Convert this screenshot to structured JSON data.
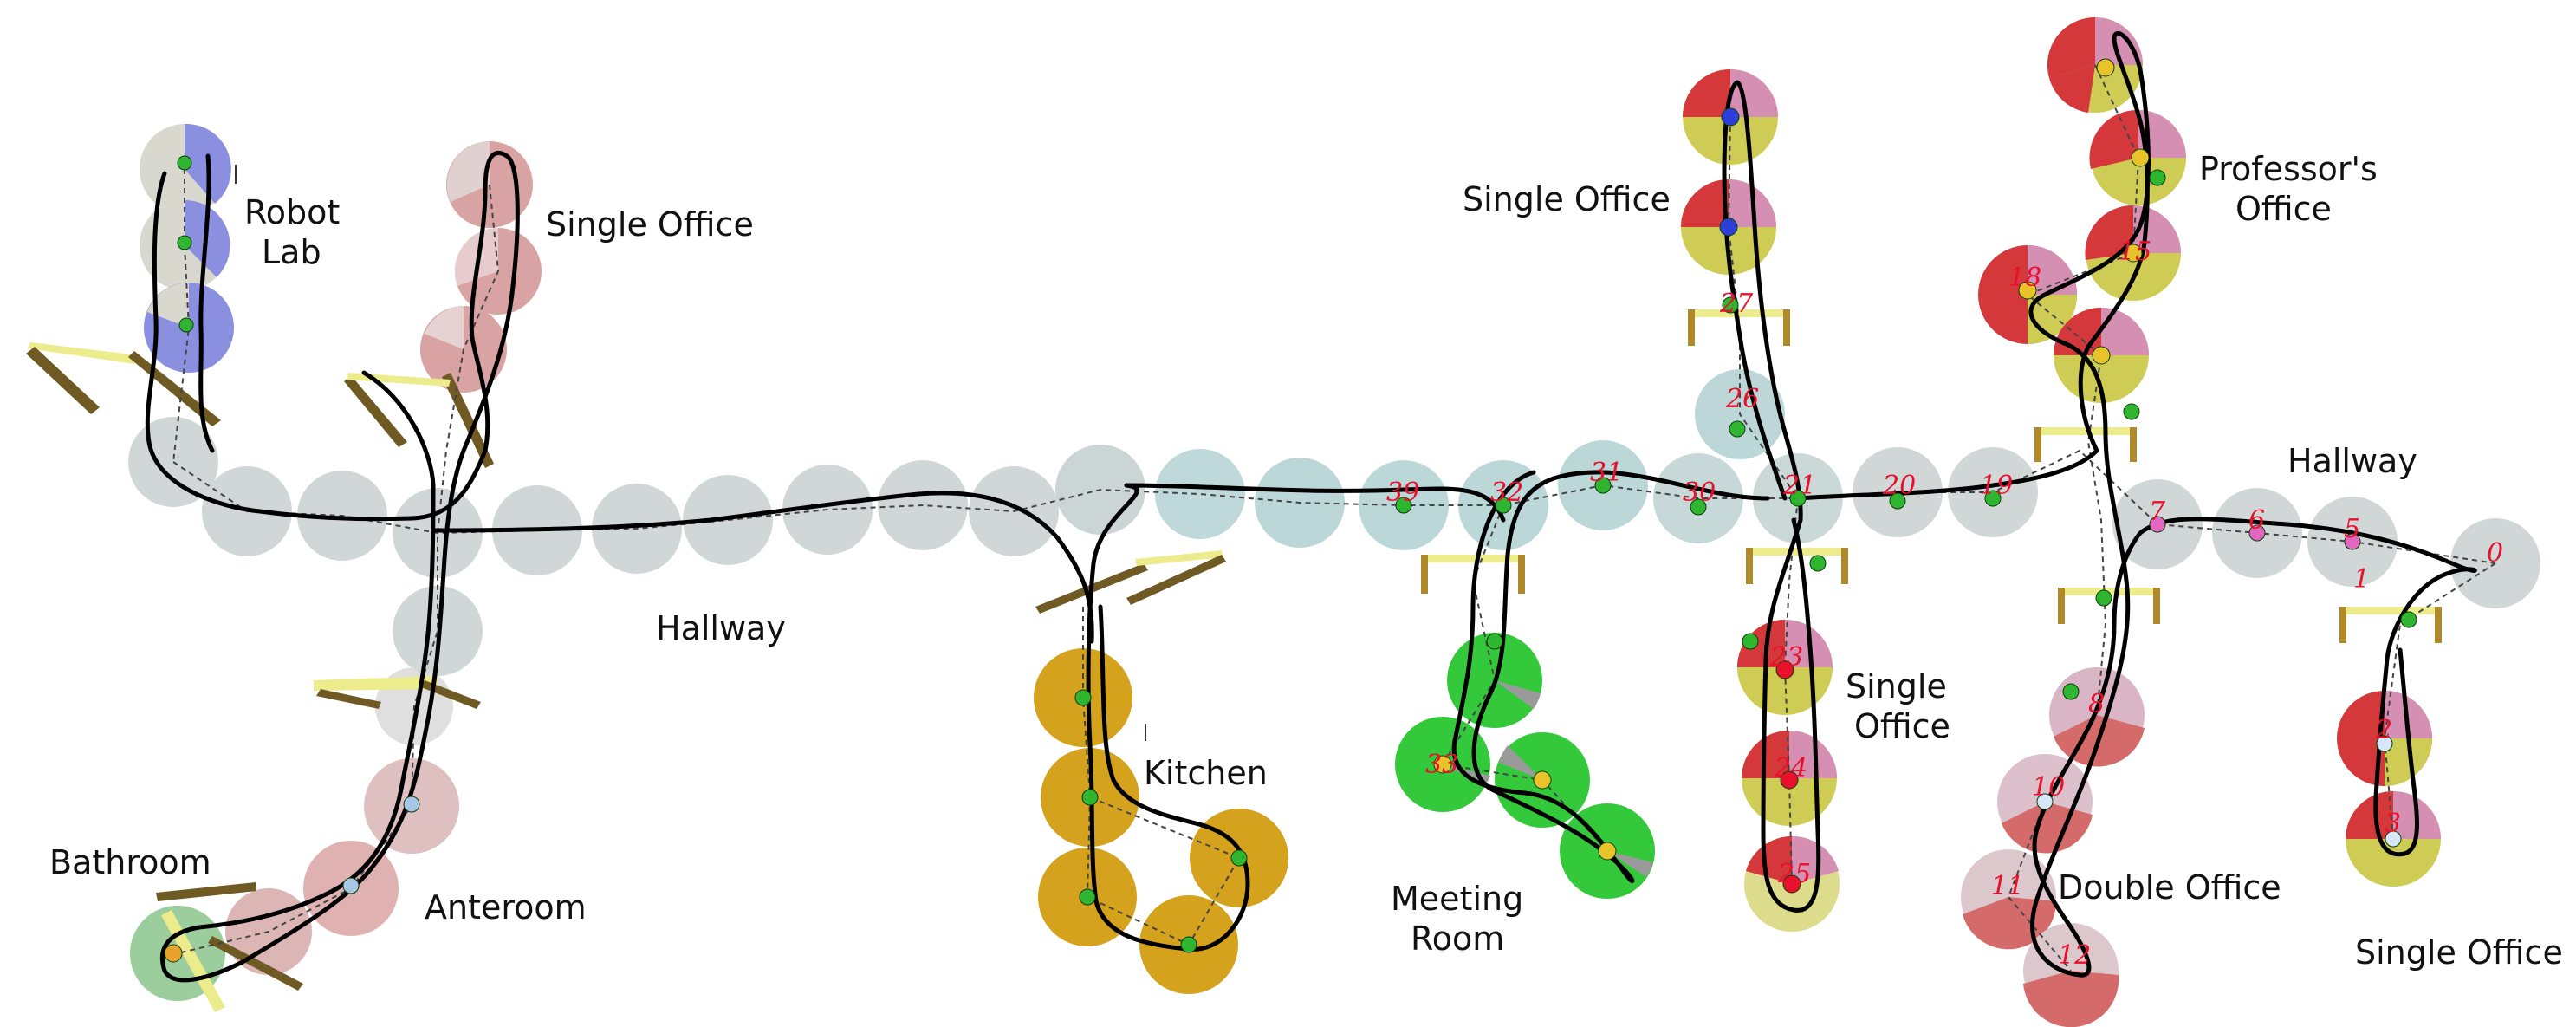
{
  "title": "",
  "palette": {
    "hallway": "#cfd4d4",
    "hallway_blue": "#b9d5d6",
    "robot_lab": "#8a8fe0",
    "office_red": "#d4383a",
    "office_pink": "#d58fb3",
    "office_yellow": "#cfcc55",
    "kitchen": "#d4a21d",
    "meeting": "#33c93a",
    "bath": "#9ccd9c",
    "anteroom": "#d9a3a3",
    "trajectory": "#000000",
    "label": "#e8102a"
  },
  "room_labels": {
    "robot_lab": "Robot\nLab",
    "single_office_top_left": "Single Office",
    "hallway_left": "Hallway",
    "bathroom": "Bathroom",
    "anteroom": "Anteroom",
    "kitchen": "Kitchen",
    "meeting_room": "Meeting\nRoom",
    "single_office_top_mid": "Single Office",
    "single_office_mid": "Single\nOffice",
    "professors_office": "Professor's\nOffice",
    "hallway_right": "Hallway",
    "double_office": "Double Office",
    "single_office_bottom_right": "Single Office"
  },
  "nodes": [
    {
      "id": "0",
      "region": "hallway"
    },
    {
      "id": "1",
      "region": "door"
    },
    {
      "id": "2",
      "region": "single_office_bottom_right"
    },
    {
      "id": "3",
      "region": "single_office_bottom_right"
    },
    {
      "id": "5",
      "region": "hallway"
    },
    {
      "id": "6",
      "region": "hallway"
    },
    {
      "id": "7",
      "region": "hallway"
    },
    {
      "id": "8",
      "region": "double_office"
    },
    {
      "id": "10",
      "region": "double_office"
    },
    {
      "id": "11",
      "region": "double_office"
    },
    {
      "id": "12",
      "region": "double_office"
    },
    {
      "id": "15",
      "region": "professors_office"
    },
    {
      "id": "18",
      "region": "professors_office"
    },
    {
      "id": "19",
      "region": "hallway"
    },
    {
      "id": "20",
      "region": "hallway"
    },
    {
      "id": "21",
      "region": "hallway"
    },
    {
      "id": "23",
      "region": "single_office_mid"
    },
    {
      "id": "24",
      "region": "single_office_mid"
    },
    {
      "id": "25",
      "region": "single_office_mid"
    },
    {
      "id": "26",
      "region": "hallway"
    },
    {
      "id": "27",
      "region": "door"
    },
    {
      "id": "30",
      "region": "hallway"
    },
    {
      "id": "31",
      "region": "hallway"
    },
    {
      "id": "32",
      "region": "hallway"
    },
    {
      "id": "33",
      "region": "meeting_room"
    },
    {
      "id": "39",
      "region": "hallway"
    }
  ]
}
